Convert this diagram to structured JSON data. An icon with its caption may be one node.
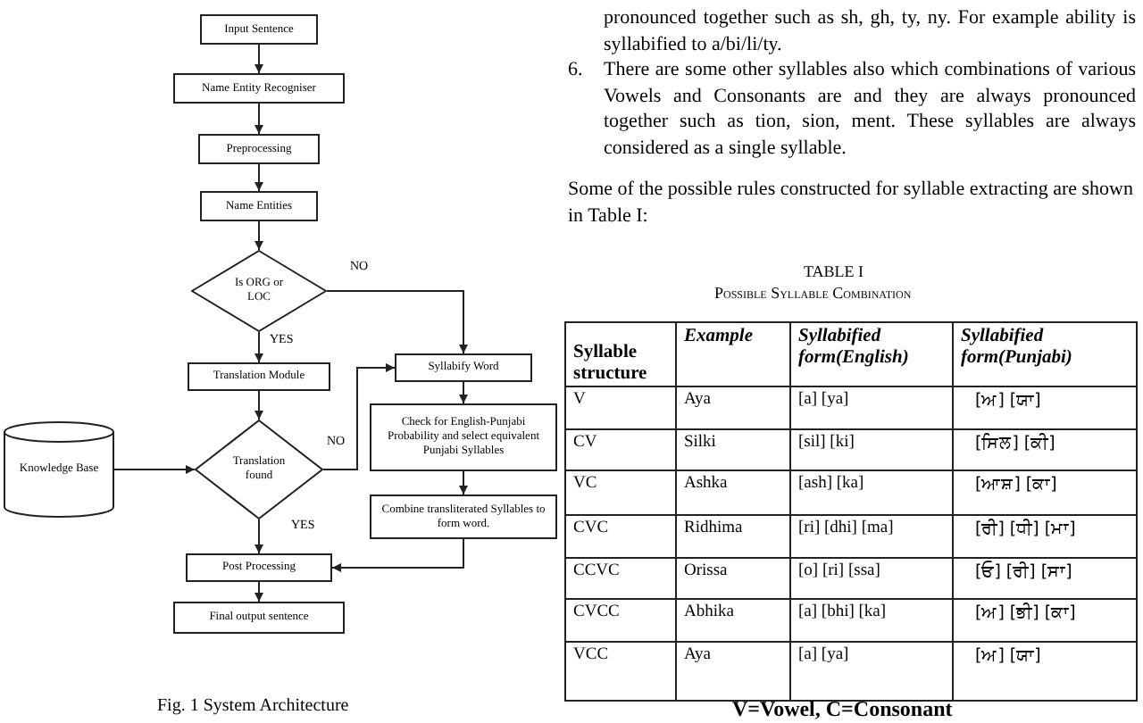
{
  "diagram": {
    "caption": "Fig. 1 System Architecture",
    "nodes": [
      {
        "text": [
          "Input Sentence"
        ]
      },
      {
        "text": [
          "Name Entity Recogniser"
        ]
      },
      {
        "text": [
          "Preprocessing"
        ]
      },
      {
        "text": [
          "Name Entities"
        ]
      },
      {
        "text": [
          "Is ORG or LOC"
        ]
      },
      {
        "text": [
          "Translation Module"
        ]
      },
      {
        "text": [
          "Translation found"
        ]
      },
      {
        "text": [
          "Knowledge Base"
        ]
      },
      {
        "text": [
          "Syllabify Word"
        ]
      },
      {
        "text": [
          "Check for English-Punjabi Probability and select equivalent Punjabi Syllables"
        ]
      },
      {
        "text": [
          "Combine transliterated Syllables to form word."
        ]
      },
      {
        "text": [
          "Post Processing"
        ]
      },
      {
        "text": [
          "Final output sentence"
        ]
      }
    ],
    "edges": [
      {
        "from": 0,
        "to": 1,
        "arrow": "to"
      },
      {
        "from": 1,
        "to": 2,
        "arrow": "to"
      },
      {
        "from": 2,
        "to": 3,
        "arrow": "to"
      },
      {
        "from": 3,
        "to": 4,
        "arrow": "to"
      },
      {
        "from": 4,
        "to": 8,
        "arrow": "to",
        "label": "NO"
      },
      {
        "from": 4,
        "to": 5,
        "arrow": "to",
        "label": "YES"
      },
      {
        "from": 5,
        "to": 6,
        "arrow": "to"
      },
      {
        "from": 7,
        "to": 6,
        "arrow": "to"
      },
      {
        "from": 6,
        "to": 8,
        "arrow": "to",
        "label": "NO"
      },
      {
        "from": 6,
        "to": 11,
        "arrow": "to",
        "label": "YES"
      },
      {
        "from": 8,
        "to": 9,
        "arrow": "to"
      },
      {
        "from": 9,
        "to": 10,
        "arrow": "to"
      },
      {
        "from": 10,
        "to": 11,
        "arrow": "to"
      },
      {
        "from": 11,
        "to": 12,
        "arrow": "to"
      }
    ],
    "labels": [
      "pronounced together such as sh, gh, ty, ny. For example ability is syllabified to a/bi/li/ty.",
      "6.",
      "There are some other syllables also which combinations of various Vowels and Consonants are and they are always pronounced together such as tion, sion, ment. These syllables are always considered as a single syllable.",
      "Some of the possible rules constructed for syllable extracting are shown in Table I:",
      "TABLE I",
      "Possible Syllable Combination",
      "Syllable structure",
      "Example",
      "Syllabified form(English)",
      "Syllabified form(Punjabi)",
      "V",
      "Aya",
      "[a] [ya]",
      "[ਅ] [ਯਾ]",
      "CV",
      "Silki",
      "[sil] [ki]",
      "[ਸਿਲ] [ਕੀ]",
      "VC",
      "Ashka",
      "[ash] [ka]",
      "[ਆਸ਼] [ਕਾ]",
      "CVC",
      "Ridhima",
      "[ri] [dhi] [ma]",
      "[ਰੀ] [ਧੀ] [ਮਾ]",
      "CCVC",
      "Orissa",
      "[o] [ri] [ssa]",
      "[ਓ] [ਰੀ] [ਸਾ]",
      "CVCC",
      "Abhika",
      "[a] [bhi] [ka]",
      "[ਅ] [ਭੀ] [ਕਾ]",
      "VCC",
      "Aya",
      "[a] [ya]",
      "[ਅ] [ਯਾ]",
      "V=Vowel, C=Consonant"
    ]
  }
}
